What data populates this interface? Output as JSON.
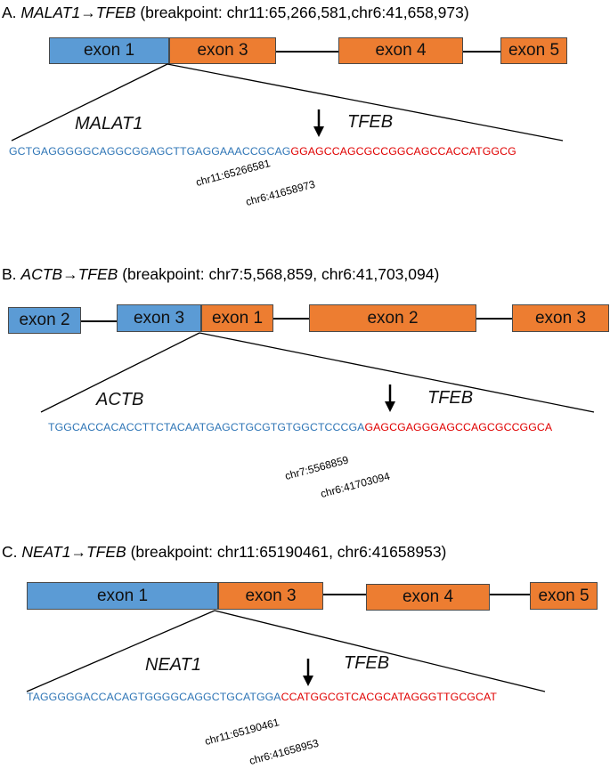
{
  "panels": [
    {
      "letter": "A.",
      "gene_a": "MALAT1",
      "arrow": "→",
      "gene_b": "TFEB",
      "breakpoint": "(breakpoint: chr11:65,266,581,chr6:41,658,973)",
      "exons": [
        "exon 1",
        "exon 3",
        "exon 4",
        "exon 5"
      ],
      "seq_a": "GCTGAGGGGGCAGGCGGAGCTTGAGGAAACCGCAG",
      "seq_b": "GGAGCCAGCGCCGGCAGCCACCATGGCG",
      "coord_1": "chr11:65266581",
      "coord_2": "chr6:41658973"
    },
    {
      "letter": "B.",
      "gene_a": "ACTB",
      "arrow": "→",
      "gene_b": "TFEB",
      "breakpoint": "(breakpoint: chr7:5,568,859, chr6:41,703,094)",
      "exons": [
        "exon 2",
        "exon 3",
        "exon 1",
        "exon 2",
        "exon 3"
      ],
      "seq_a": "TGGCACCACACCTTCTACAATGAGCTGCGTGTGGCTCCCGA",
      "seq_b": "GAGCGAGGGAGCCAGCGCCGGCA",
      "coord_1": "chr7:5568859",
      "coord_2": "chr6:41703094"
    },
    {
      "letter": "C.",
      "gene_a": "NEAT1",
      "arrow": "→",
      "gene_b": "TFEB",
      "breakpoint": "(breakpoint: chr11:65190461, chr6:41658953)",
      "exons": [
        "exon 1",
        "exon 3",
        "exon 4",
        "exon 5"
      ],
      "seq_a": "TAGGGGGACCACAGTGGGGCAGGCTGCATGGA",
      "seq_b": "CCATGGCGTCACGCATAGGGTTGCGCAT",
      "coord_1": "chr11:65190461",
      "coord_2": "chr6:41658953"
    }
  ]
}
